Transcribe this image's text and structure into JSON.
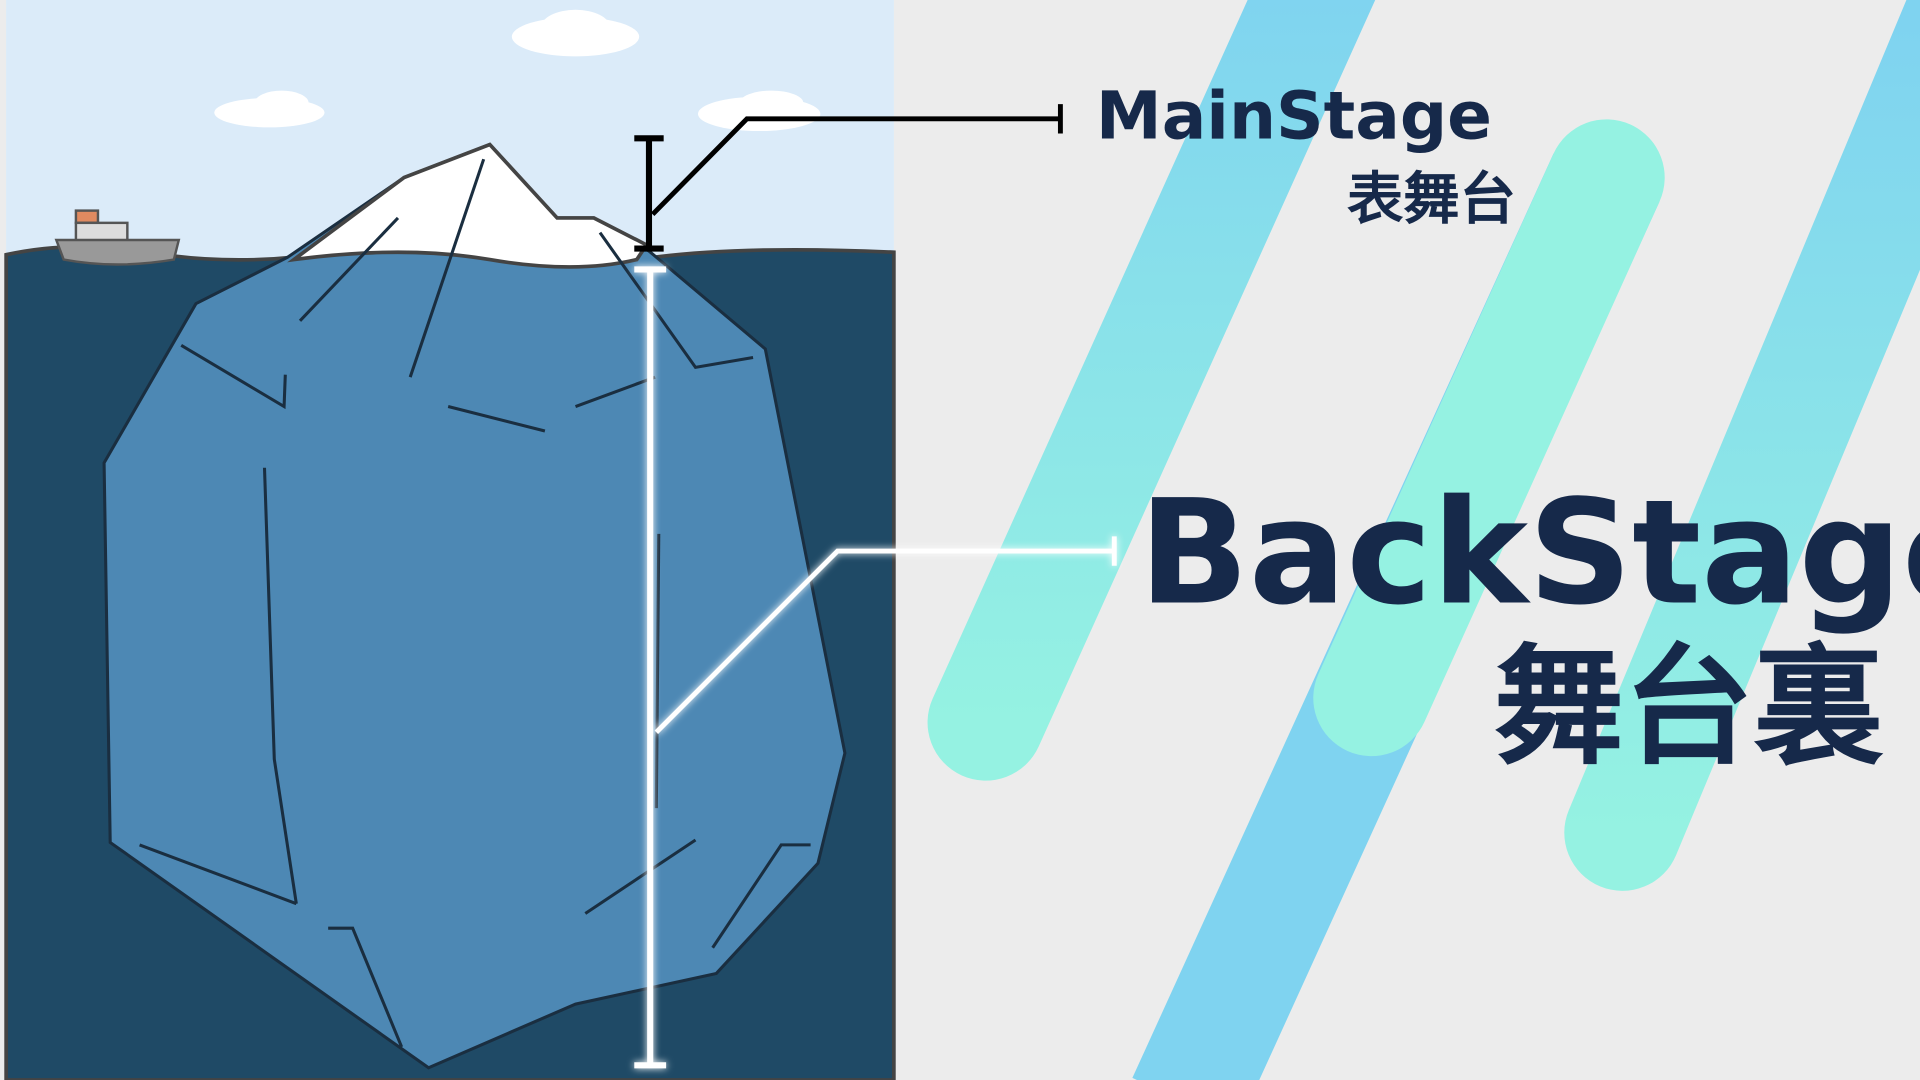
{
  "labels": {
    "main_stage_en": "MainStage",
    "main_stage_jp": "表舞台",
    "back_stage_en": "BackStage",
    "back_stage_jp": "舞台裏"
  },
  "colors": {
    "sky": "#dbebf9",
    "deep_sea": "#1f4a66",
    "iceberg_under": "#4d88b4",
    "text": "#16294a",
    "stripe_blue": "#7fd3f0",
    "stripe_mint": "#95f2e2"
  }
}
